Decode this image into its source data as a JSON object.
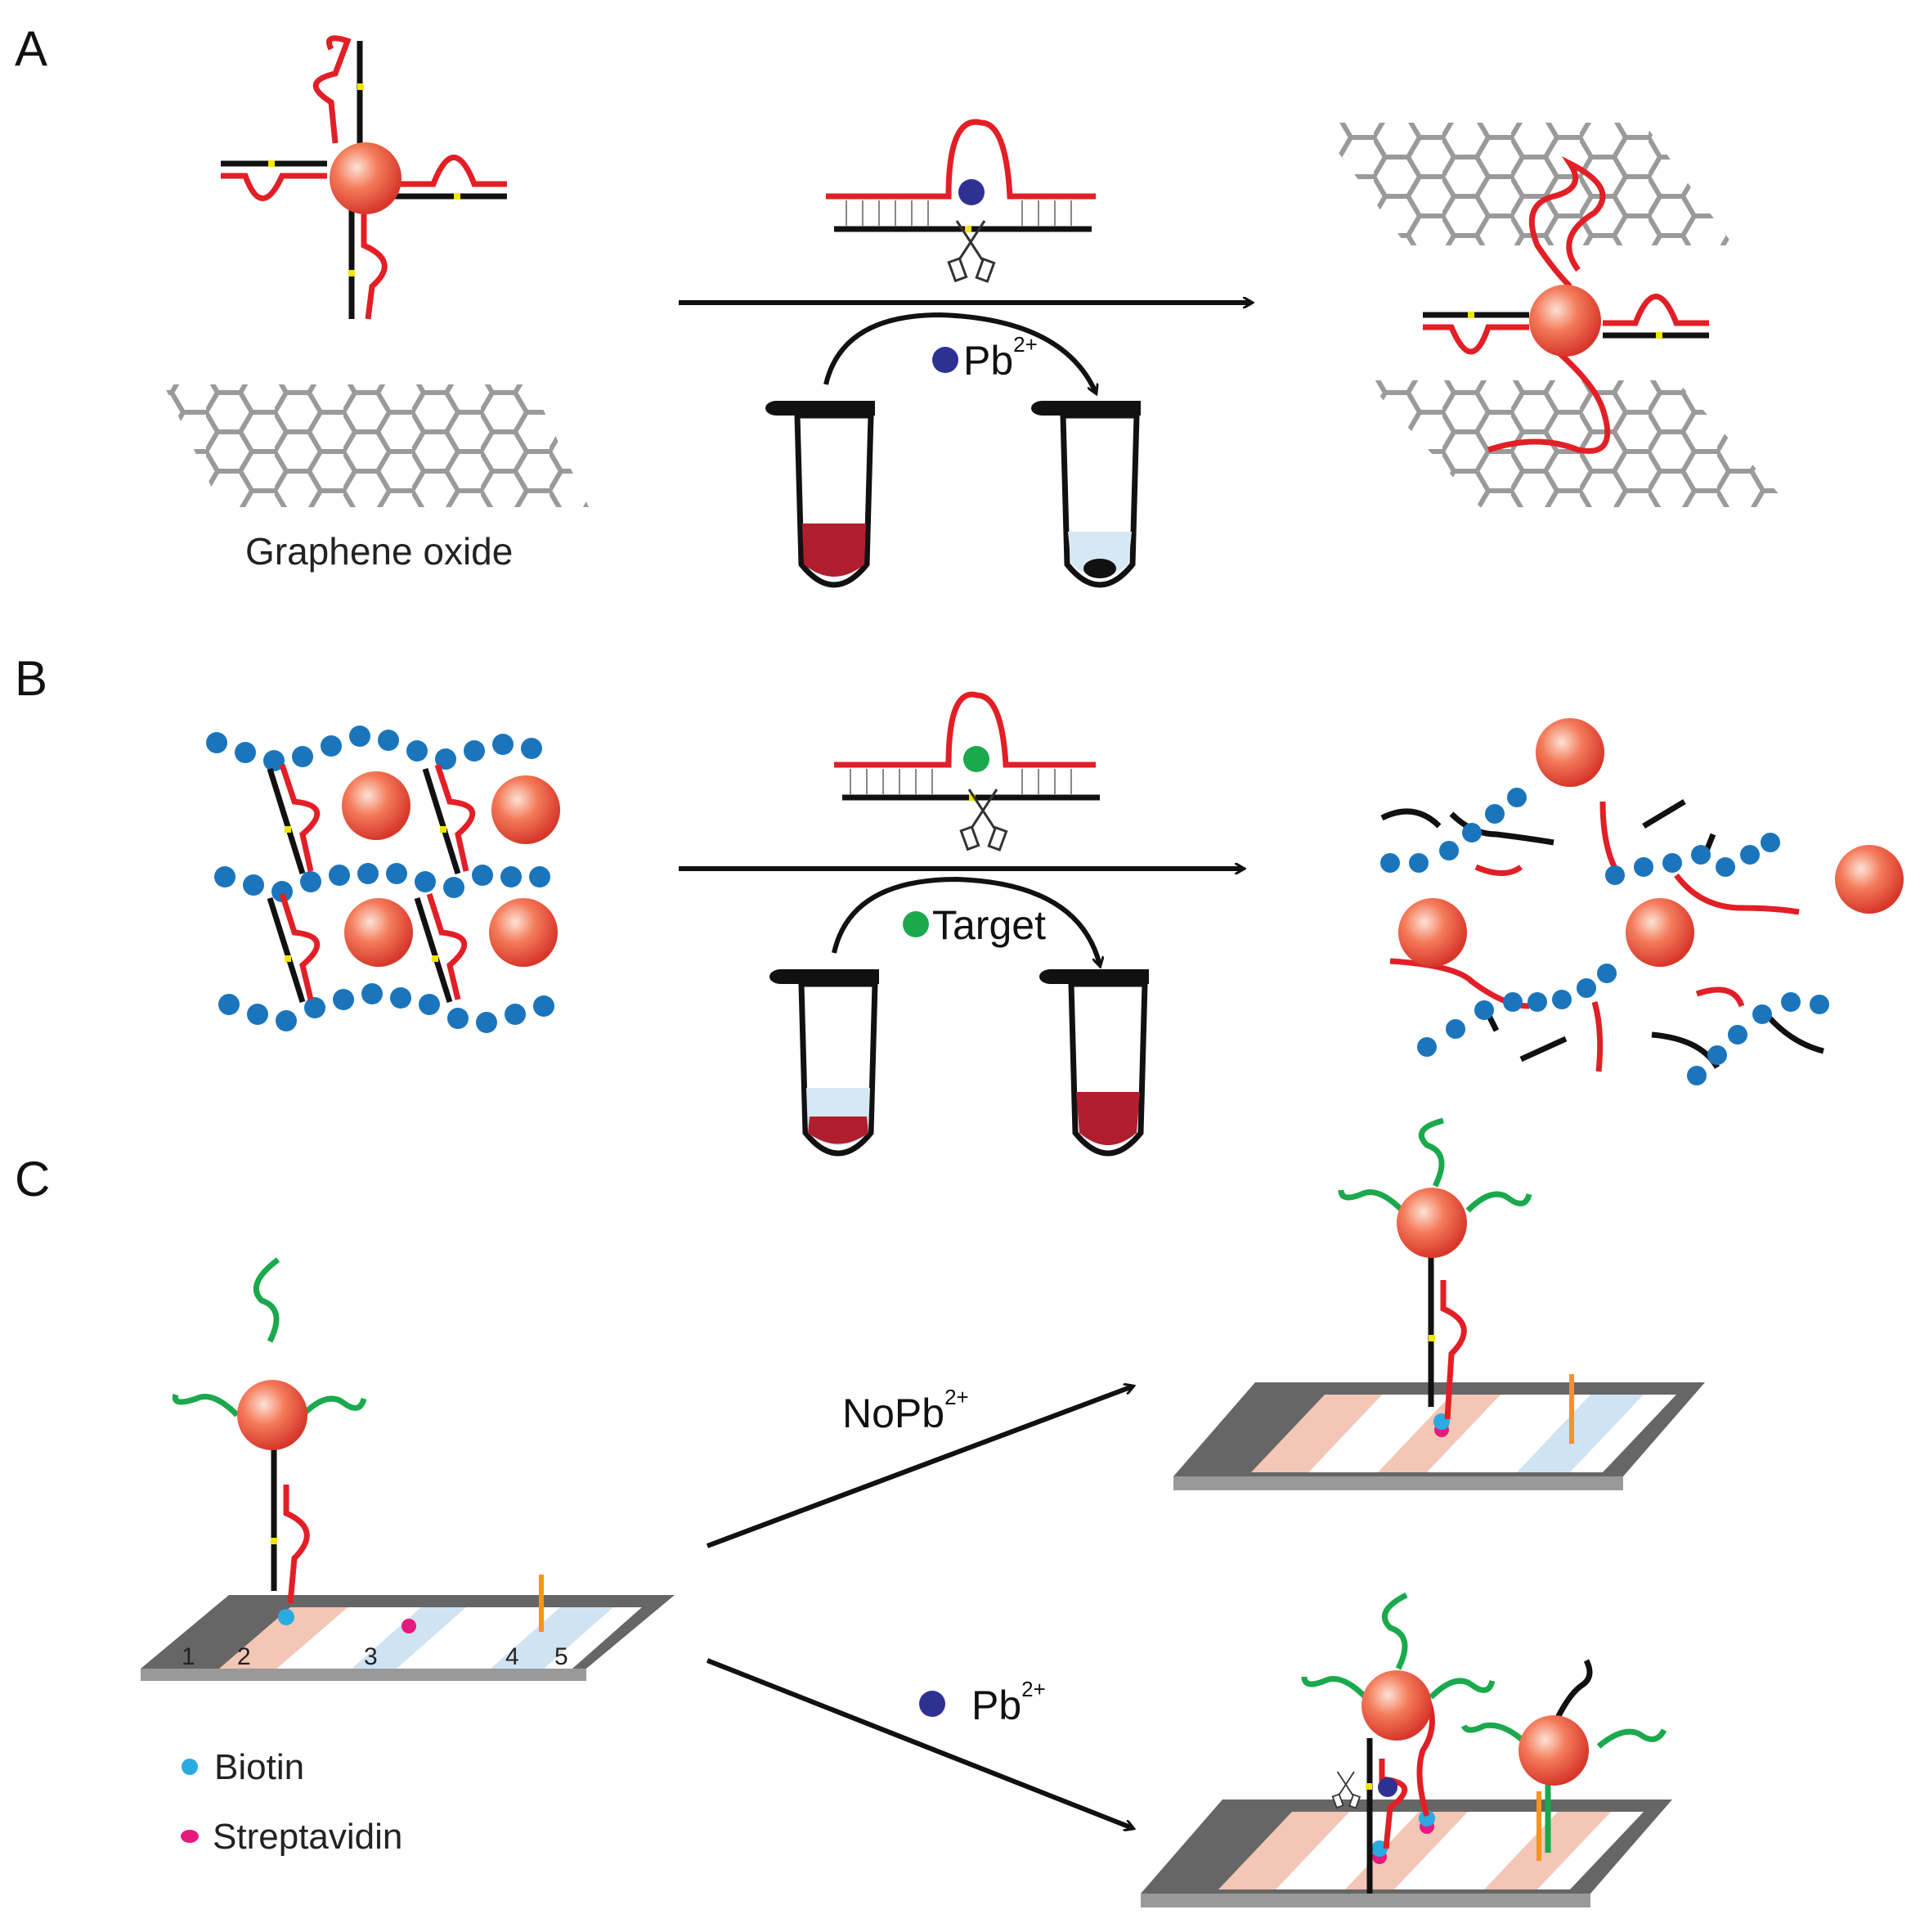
{
  "panels": {
    "a": {
      "label": "A",
      "graphene_caption": "Graphene oxide",
      "ion_base": "Pb",
      "ion_charge": "2+"
    },
    "b": {
      "label": "B",
      "target_label": "Target"
    },
    "c": {
      "label": "C",
      "no_ion_base": "NoPb",
      "no_ion_charge": "2+",
      "ion_base": "Pb",
      "ion_charge": "2+",
      "strip_zone_numbers": [
        "1",
        "2",
        "3",
        "4",
        "5"
      ],
      "legend": [
        {
          "label": "Biotin",
          "color": "#29abe2"
        },
        {
          "label": "Streptavidin",
          "color": "#e6197d"
        }
      ]
    }
  },
  "colors": {
    "dna_red": "#e21f26",
    "dna_black": "#111111",
    "cleavage_site": "#f2e600",
    "graphene_grey": "#9a9a9a",
    "pb_ion": "#2e3192",
    "target": "#1aa94c",
    "polymer_beads": "#1b75bc",
    "ligand_green": "#1aa94c",
    "control_line": "#f7931e",
    "zone_pink": "#f3c6b6",
    "zone_blue": "#cfe3f3",
    "tube_red": "#b01e2d",
    "tube_light_blue": "#d7e8f5"
  },
  "icons": [
    "scissors-icon",
    "microtube-icon",
    "gold-nanoparticle-icon",
    "graphene-sheet-icon",
    "test-strip-icon"
  ]
}
